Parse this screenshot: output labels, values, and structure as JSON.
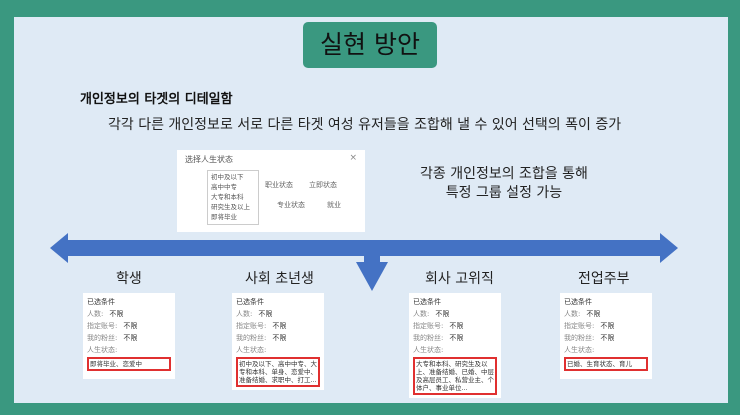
{
  "title": "실현 방안",
  "subheading": "개인정보의 타겟의 디테일함",
  "description": "각각 다른 개인정보로 서로 다른 타겟 여성 유저들을 조합해 낼 수 있어 선택의 폭이 증가",
  "note_line1": "각종 개인정보의 조합을 통해",
  "note_line2": "특정 그룹 설정 가능",
  "popup": {
    "title": "选择人生状态",
    "close": "×",
    "options": [
      "初中及以下",
      "高中中专",
      "大专和本科",
      "研究生及以上",
      "即将毕业"
    ],
    "right_options": [
      "职业状态",
      "立即状态",
      "专业状态",
      "就业"
    ]
  },
  "arrow_color": "#4472c4",
  "accent_color": "#3a9880",
  "groups": [
    {
      "label": "학생",
      "card": {
        "header": "已选条件",
        "rows": [
          [
            "人数:",
            "不限"
          ],
          [
            "指定账号:",
            "不限"
          ],
          [
            "我的粉丝:",
            "不限"
          ]
        ],
        "status_label": "人生状态:",
        "status": "即将毕业、恋爱中"
      }
    },
    {
      "label": "사회 초년생",
      "card": {
        "header": "已选条件",
        "rows": [
          [
            "人数:",
            "不限"
          ],
          [
            "指定账号:",
            "不限"
          ],
          [
            "我的粉丝:",
            "不限"
          ]
        ],
        "status_label": "人生状态:",
        "status": "初中及以下、高中中专、大专和本科、单身、恋爱中、准备结婚、求职中、打工..."
      }
    },
    {
      "label": "회사 고위직",
      "card": {
        "header": "已选条件",
        "rows": [
          [
            "人数:",
            "不限"
          ],
          [
            "指定账号:",
            "不限"
          ],
          [
            "我的粉丝:",
            "不限"
          ]
        ],
        "status_label": "人生状态:",
        "status": "大专和本科、研究生及以上、准备结婚、已婚、中层及高层员工、私营业主、个体户、事业单位..."
      }
    },
    {
      "label": "전업주부",
      "card": {
        "header": "已选条件",
        "rows": [
          [
            "人数:",
            "不限"
          ],
          [
            "指定账号:",
            "不限"
          ],
          [
            "我的粉丝:",
            "不限"
          ]
        ],
        "status_label": "人生状态:",
        "status": "已婚、生育状态、育儿"
      }
    }
  ]
}
